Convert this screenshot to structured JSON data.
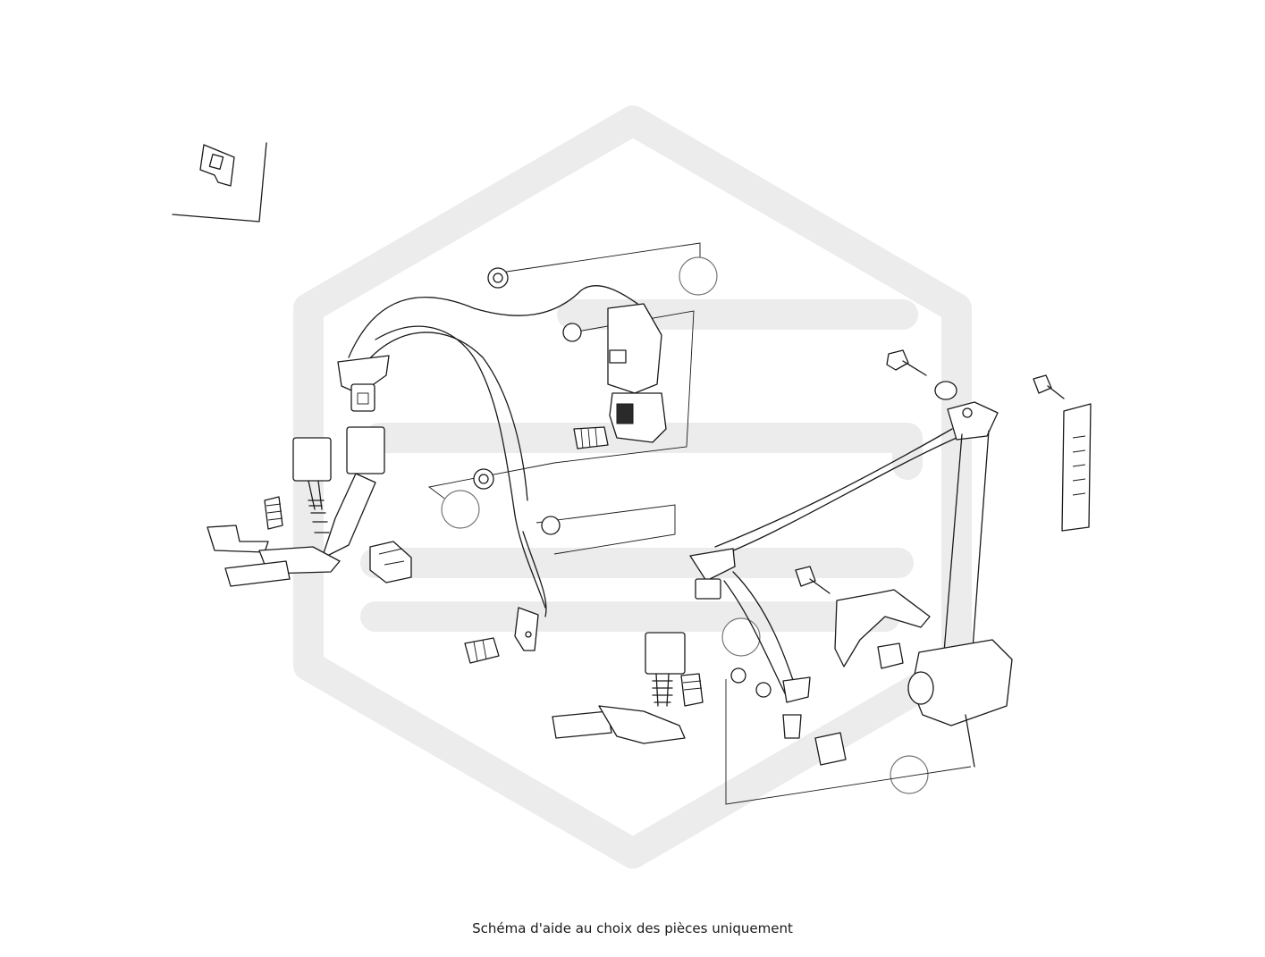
{
  "caption": "Schéma d'aide au choix des pièces uniquement",
  "watermark": {
    "shape": "hexagon-logo",
    "color": "#ececec"
  },
  "colors": {
    "line": "#1a1a1a",
    "background": "#ffffff",
    "callout_stroke": "#777777"
  },
  "callout_count": 4
}
